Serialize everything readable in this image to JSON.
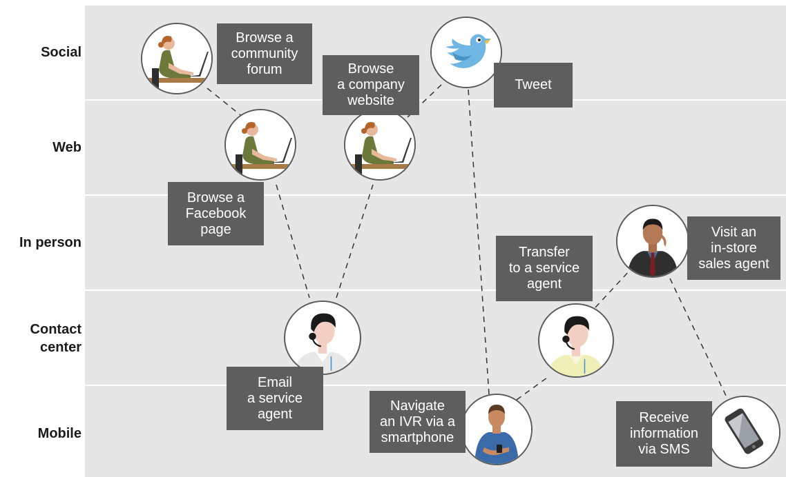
{
  "rows": {
    "social": "Social",
    "web": "Web",
    "in_person": "In person",
    "contact_center": "Contact\ncenter",
    "mobile": "Mobile"
  },
  "steps": {
    "community_forum": "Browse a\ncommunity\nforum",
    "company_website": "Browse\na company\nwebsite",
    "tweet": "Tweet",
    "facebook_page": "Browse a\nFacebook\npage",
    "transfer_agent": "Transfer\nto a service\nagent",
    "visit_store": "Visit an\nin-store\nsales agent",
    "email_agent": "Email\na service\nagent",
    "navigate_ivr": "Navigate\nan IVR via a\nsmartphone",
    "receive_sms": "Receive\ninformation\nvia SMS"
  },
  "icons": {
    "social_laptop": "woman-laptop-icon",
    "social_bird": "twitter-bird-icon",
    "web_laptop_1": "woman-laptop-icon",
    "web_laptop_2": "woman-laptop-icon",
    "in_person_agent": "businessman-icon",
    "contact_agent_1": "headset-agent-icon",
    "contact_agent_2": "headset-agent-icon",
    "mobile_user": "smartphone-user-icon",
    "mobile_phone": "smartphone-icon"
  },
  "colors": {
    "band": "#e6e6e6",
    "box": "#5e5e5e",
    "box_text": "#ffffff",
    "node_border": "#5a5a5a",
    "connector": "#333333"
  }
}
